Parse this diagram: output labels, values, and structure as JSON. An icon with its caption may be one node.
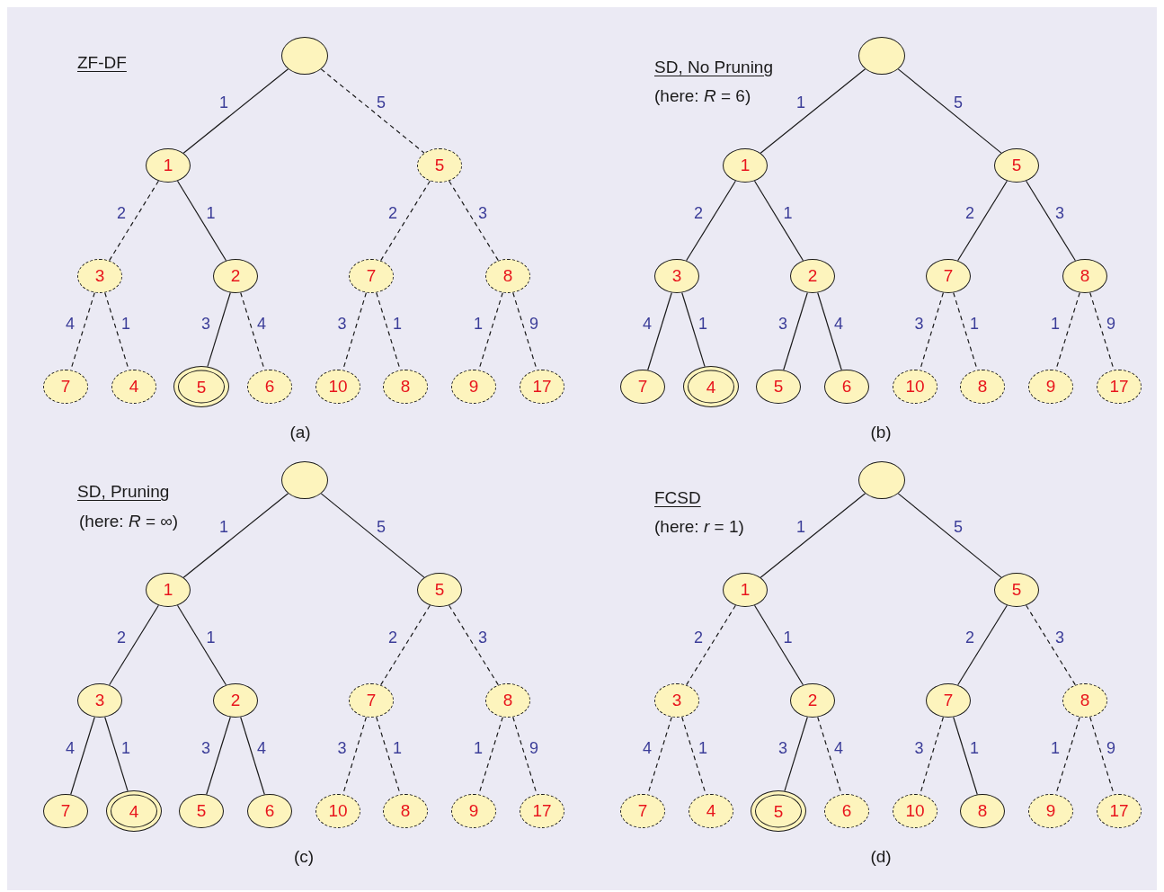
{
  "diagram": {
    "nodes": [
      {
        "text": [],
        "shape": "ellipse"
      },
      {
        "text": [
          "1"
        ]
      },
      {
        "text": [
          "5"
        ]
      },
      {
        "text": [
          "3"
        ]
      },
      {
        "text": [
          "2"
        ]
      },
      {
        "text": [
          "7"
        ]
      },
      {
        "text": [
          "8"
        ]
      },
      {
        "text": [
          "7"
        ]
      },
      {
        "text": [
          "4"
        ]
      },
      {
        "text": [],
        "shape": "ellipse"
      },
      {
        "text": [
          "6"
        ]
      },
      {
        "text": [
          "10"
        ]
      },
      {
        "text": [
          "8"
        ]
      },
      {
        "text": [
          "9"
        ]
      },
      {
        "text": [
          "17"
        ]
      },
      {
        "text": [],
        "shape": "ellipse"
      },
      {
        "text": [
          "1"
        ]
      },
      {
        "text": [
          "5"
        ]
      },
      {
        "text": [
          "3"
        ]
      },
      {
        "text": [
          "2"
        ]
      },
      {
        "text": [
          "7"
        ]
      },
      {
        "text": [
          "8"
        ]
      },
      {
        "text": [
          "7"
        ]
      },
      {
        "text": [],
        "shape": "ellipse"
      },
      {
        "text": [
          "5"
        ]
      },
      {
        "text": [
          "6"
        ]
      },
      {
        "text": [
          "10"
        ]
      },
      {
        "text": [
          "8"
        ]
      },
      {
        "text": [
          "9"
        ]
      },
      {
        "text": [
          "17"
        ]
      },
      {
        "text": [],
        "shape": "ellipse"
      },
      {
        "text": [
          "1"
        ]
      },
      {
        "text": [
          "5"
        ]
      },
      {
        "text": [
          "3"
        ]
      },
      {
        "text": [
          "2"
        ]
      },
      {
        "text": [
          "7"
        ]
      },
      {
        "text": [
          "8"
        ]
      },
      {
        "text": [
          "7"
        ]
      },
      {
        "text": [],
        "shape": "ellipse"
      },
      {
        "text": [
          "5"
        ]
      },
      {
        "text": [
          "6"
        ]
      },
      {
        "text": [
          "10"
        ]
      },
      {
        "text": [
          "8"
        ]
      },
      {
        "text": [
          "9"
        ]
      },
      {
        "text": [
          "17"
        ]
      },
      {
        "text": [],
        "shape": "ellipse"
      },
      {
        "text": [
          "1"
        ]
      },
      {
        "text": [
          "5"
        ]
      },
      {
        "text": [
          "3"
        ]
      },
      {
        "text": [
          "2"
        ]
      },
      {
        "text": [
          "7"
        ]
      },
      {
        "text": [
          "8"
        ]
      },
      {
        "text": [
          "7"
        ]
      },
      {
        "text": [
          "4"
        ]
      },
      {
        "text": [],
        "shape": "ellipse"
      },
      {
        "text": [
          "6"
        ]
      },
      {
        "text": [
          "10"
        ]
      },
      {
        "text": [
          "8"
        ]
      },
      {
        "text": [
          "9"
        ]
      },
      {
        "text": [
          "17"
        ]
      },
      {
        "text": [
          "5"
        ],
        "in": 9
      },
      {
        "text": [
          "4"
        ],
        "in": 23
      },
      {
        "text": [
          "4"
        ],
        "in": 38
      },
      {
        "text": [
          "5"
        ],
        "in": 54
      }
    ],
    "edges": [
      {
        "from": 0,
        "to": 1,
        "arrow": "none",
        "label": "1"
      },
      {
        "from": 0,
        "to": 2,
        "arrow": "none",
        "label": "5",
        "style": "dashed"
      },
      {
        "from": 1,
        "to": 3,
        "arrow": "none",
        "label": "2",
        "style": "dashed"
      },
      {
        "from": 1,
        "to": 4,
        "arrow": "none",
        "label": "1"
      },
      {
        "from": 2,
        "to": 5,
        "arrow": "none",
        "label": "2",
        "style": "dashed"
      },
      {
        "from": 2,
        "to": 6,
        "arrow": "none",
        "label": "3",
        "style": "dashed"
      },
      {
        "from": 3,
        "to": 7,
        "arrow": "none",
        "label": "4",
        "style": "dashed"
      },
      {
        "from": 3,
        "to": 8,
        "arrow": "none",
        "label": "1",
        "style": "dashed"
      },
      {
        "from": 4,
        "to": 9,
        "arrow": "none",
        "label": "3"
      },
      {
        "from": 4,
        "to": 10,
        "arrow": "none",
        "label": "4",
        "style": "dashed"
      },
      {
        "from": 5,
        "to": 11,
        "arrow": "none",
        "label": "3",
        "style": "dashed"
      },
      {
        "from": 5,
        "to": 12,
        "arrow": "none",
        "label": "1",
        "style": "dashed"
      },
      {
        "from": 6,
        "to": 13,
        "arrow": "none",
        "label": "1",
        "style": "dashed"
      },
      {
        "from": 6,
        "to": 14,
        "arrow": "none",
        "label": "9",
        "style": "dashed"
      },
      {
        "from": 15,
        "to": 16,
        "arrow": "none",
        "label": "1"
      },
      {
        "from": 15,
        "to": 17,
        "arrow": "none",
        "label": "5"
      },
      {
        "from": 16,
        "to": 18,
        "arrow": "none",
        "label": "2"
      },
      {
        "from": 16,
        "to": 19,
        "arrow": "none",
        "label": "1"
      },
      {
        "from": 17,
        "to": 20,
        "arrow": "none",
        "label": "2"
      },
      {
        "from": 17,
        "to": 21,
        "arrow": "none",
        "label": "3"
      },
      {
        "from": 18,
        "to": 22,
        "arrow": "none",
        "label": "4"
      },
      {
        "from": 18,
        "to": 23,
        "arrow": "none",
        "label": "1"
      },
      {
        "from": 19,
        "to": 24,
        "arrow": "none",
        "label": "3"
      },
      {
        "from": 19,
        "to": 25,
        "arrow": "none",
        "label": "4"
      },
      {
        "from": 20,
        "to": 26,
        "arrow": "none",
        "label": "3",
        "style": "dashed"
      },
      {
        "from": 20,
        "to": 27,
        "arrow": "none",
        "label": "1",
        "style": "dashed"
      },
      {
        "from": 21,
        "to": 28,
        "arrow": "none",
        "label": "1",
        "style": "dashed"
      },
      {
        "from": 21,
        "to": 29,
        "arrow": "none",
        "label": "9",
        "style": "dashed"
      },
      {
        "from": 30,
        "to": 31,
        "arrow": "none",
        "label": "1"
      },
      {
        "from": 30,
        "to": 32,
        "arrow": "none",
        "label": "5"
      },
      {
        "from": 31,
        "to": 33,
        "arrow": "none",
        "label": "2"
      },
      {
        "from": 31,
        "to": 34,
        "arrow": "none",
        "label": "1"
      },
      {
        "from": 32,
        "to": 35,
        "arrow": "none",
        "label": "2",
        "style": "dashed"
      },
      {
        "from": 32,
        "to": 36,
        "arrow": "none",
        "label": "3",
        "style": "dashed"
      },
      {
        "from": 33,
        "to": 37,
        "arrow": "none",
        "label": "4"
      },
      {
        "from": 33,
        "to": 38,
        "arrow": "none",
        "label": "1"
      },
      {
        "from": 34,
        "to": 39,
        "arrow": "none",
        "label": "3"
      },
      {
        "from": 34,
        "to": 40,
        "arrow": "none",
        "label": "4"
      },
      {
        "from": 35,
        "to": 41,
        "arrow": "none",
        "label": "3",
        "style": "dashed"
      },
      {
        "from": 35,
        "to": 42,
        "arrow": "none",
        "label": "1",
        "style": "dashed"
      },
      {
        "from": 36,
        "to": 43,
        "arrow": "none",
        "label": "1",
        "style": "dashed"
      },
      {
        "from": 36,
        "to": 44,
        "arrow": "none",
        "label": "9",
        "style": "dashed"
      },
      {
        "from": 45,
        "to": 46,
        "arrow": "none",
        "label": "1"
      },
      {
        "from": 45,
        "to": 47,
        "arrow": "none",
        "label": "5"
      },
      {
        "from": 46,
        "to": 48,
        "arrow": "none",
        "label": "2",
        "style": "dashed"
      },
      {
        "from": 46,
        "to": 49,
        "arrow": "none",
        "label": "1"
      },
      {
        "from": 47,
        "to": 50,
        "arrow": "none",
        "label": "2"
      },
      {
        "from": 47,
        "to": 51,
        "arrow": "none",
        "label": "3",
        "style": "dashed"
      },
      {
        "from": 48,
        "to": 52,
        "arrow": "none",
        "label": "4",
        "style": "dashed"
      },
      {
        "from": 48,
        "to": 53,
        "arrow": "none",
        "label": "1",
        "style": "dashed"
      },
      {
        "from": 49,
        "to": 54,
        "arrow": "none",
        "label": "3"
      },
      {
        "from": 49,
        "to": 55,
        "arrow": "none",
        "label": "4",
        "style": "dashed"
      },
      {
        "from": 50,
        "to": 56,
        "arrow": "none",
        "label": "3",
        "style": "dashed"
      },
      {
        "from": 50,
        "to": 57,
        "arrow": "none",
        "label": "1"
      },
      {
        "from": 51,
        "to": 58,
        "arrow": "none",
        "label": "1",
        "style": "dashed"
      },
      {
        "from": 51,
        "to": 59,
        "arrow": "none",
        "label": "9",
        "style": "dashed"
      }
    ],
    "labels": [
      "ZF-DF",
      "SD, No Pruning",
      "(here: *R* = 6)",
      "(a)",
      "(b)",
      "SD, Pruning",
      "(here: *R* = ∞)",
      "FCSD",
      "(here: *r* = 1)",
      "(c)",
      "(d)"
    ]
  }
}
